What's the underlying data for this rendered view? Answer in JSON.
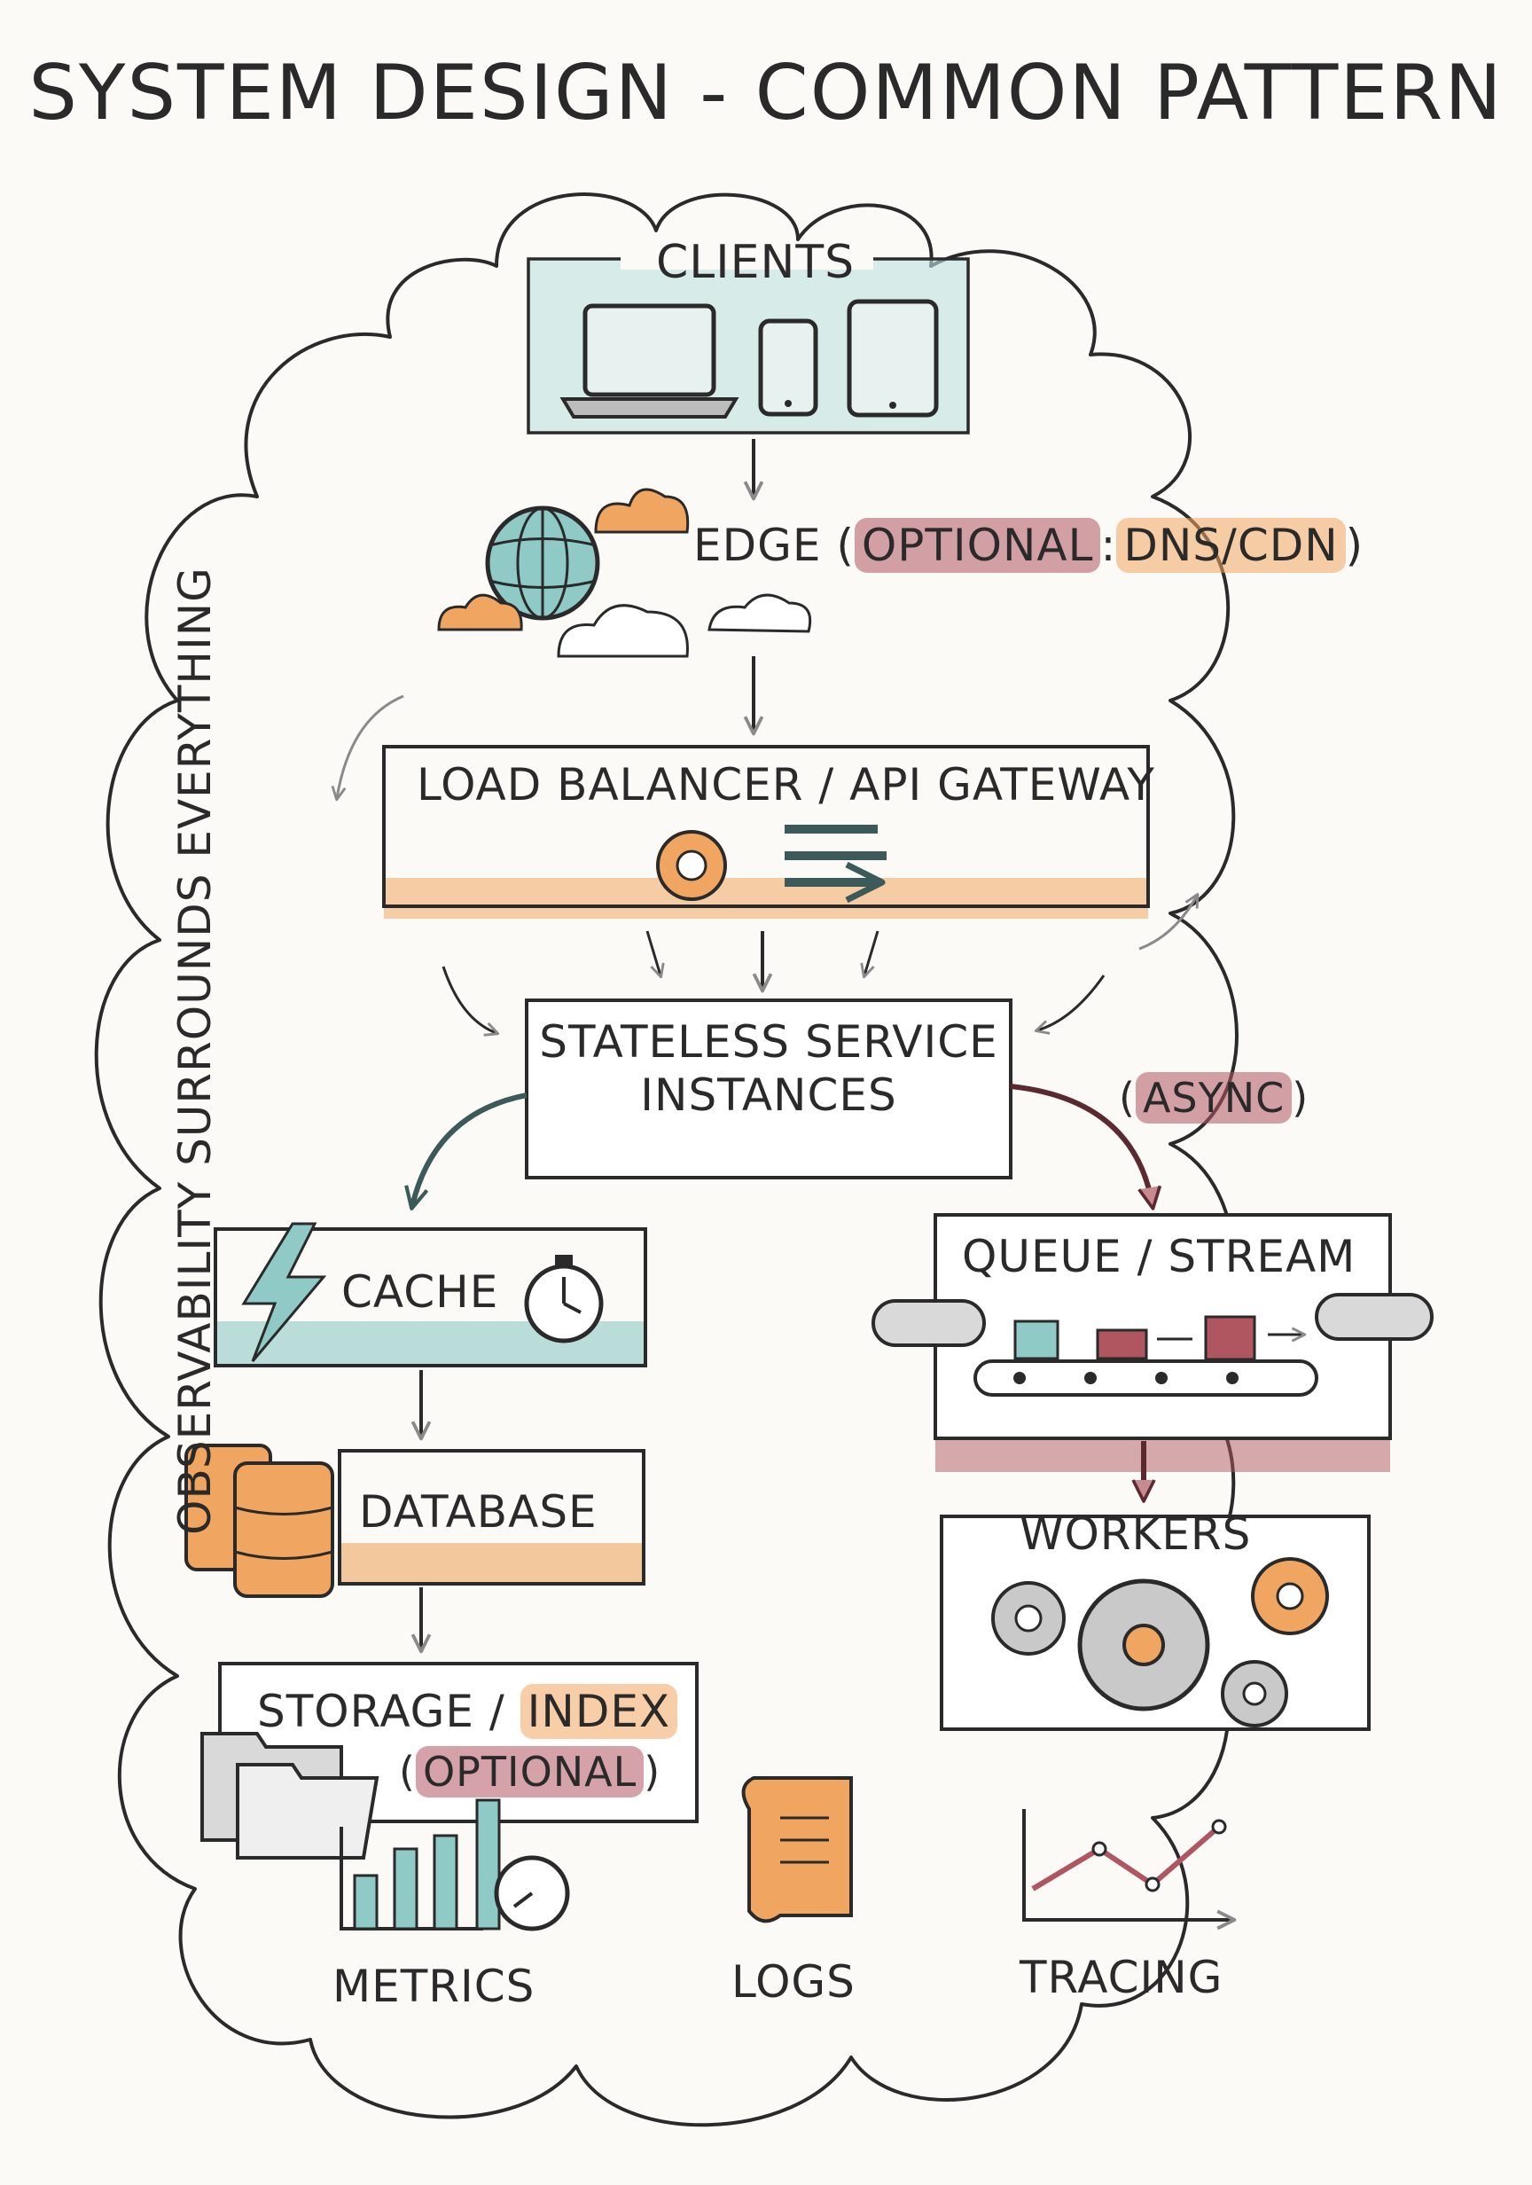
{
  "title": "SYSTEM DESIGN - COMMON PATTERN",
  "side_label": "OBSERVABILITY SURROUNDS EVERYTHING",
  "nodes": {
    "clients": "CLIENTS",
    "edge": {
      "label": "EDGE",
      "open_paren": "(",
      "optional": "OPTIONAL",
      "colon": ":",
      "detail": "DNS/CDN",
      "close_paren": ")"
    },
    "load_balancer": "LOAD BALANCER / API GATEWAY",
    "stateless": {
      "line1": "STATELESS SERVICE",
      "line2": "INSTANCES"
    },
    "async": {
      "open_paren": "(",
      "label": "ASYNC",
      "close_paren": ")"
    },
    "cache": "CACHE",
    "queue": "QUEUE / STREAM",
    "database": "DATABASE",
    "workers": "WORKERS",
    "storage": {
      "prefix": "STORAGE /",
      "index": "INDEX",
      "open_paren": "(",
      "optional": "OPTIONAL",
      "close_paren": ")"
    }
  },
  "observability": {
    "metrics": "METRICS",
    "logs": "LOGS",
    "tracing": "TRACING"
  },
  "colors": {
    "ink": "#2b2b2b",
    "teal": "#8fcac6",
    "orange": "#f0a660",
    "red": "#b05660",
    "gray": "#9a9a9a"
  },
  "icons": [
    "laptop-icon",
    "phone-icon",
    "tablet-icon",
    "globe-icon",
    "cloud-icon",
    "gear-icon",
    "lightning-icon",
    "stopwatch-icon",
    "database-icon",
    "folder-icon",
    "conveyor-icon",
    "bar-chart-icon",
    "scroll-icon",
    "line-chart-icon"
  ]
}
